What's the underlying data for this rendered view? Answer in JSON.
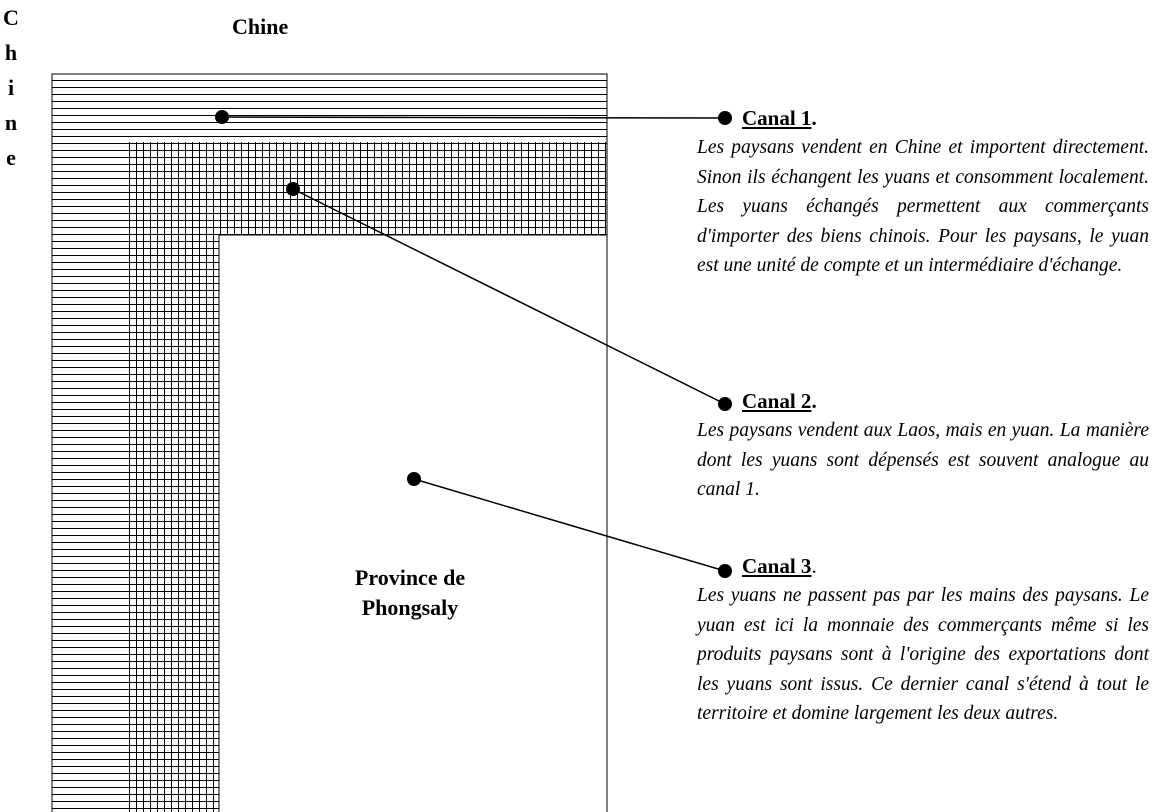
{
  "map": {
    "top_label": "Chine",
    "side_label_letters": [
      "C",
      "h",
      "i",
      "n",
      "e"
    ],
    "province_label_line1": "Province de",
    "province_label_line2": "Phongsaly"
  },
  "canals": [
    {
      "title": "Canal 1",
      "suffix": ".",
      "description": "Les paysans vendent en Chine et importent directement. Sinon ils échangent les yuans et consomment localement. Les yuans échangés permettent aux commerçants d'importer des biens chinois. Pour les paysans, le yuan est une unité de compte et un intermédiaire d'échange."
    },
    {
      "title": "Canal 2",
      "suffix": ".",
      "description": "Les paysans vendent aux Laos, mais en yuan. La manière dont les yuans sont dépensés est souvent analogue au canal 1."
    },
    {
      "title": "Canal 3",
      "suffix": ".",
      "description": "Les yuans ne passent pas par les mains des paysans. Le yuan est ici la monnaie des commerçants même si les produits paysans sont à l'origine des exportations dont les yuans sont issus. Ce dernier canal s'étend à tout le territoire et domine largement les deux autres."
    }
  ]
}
